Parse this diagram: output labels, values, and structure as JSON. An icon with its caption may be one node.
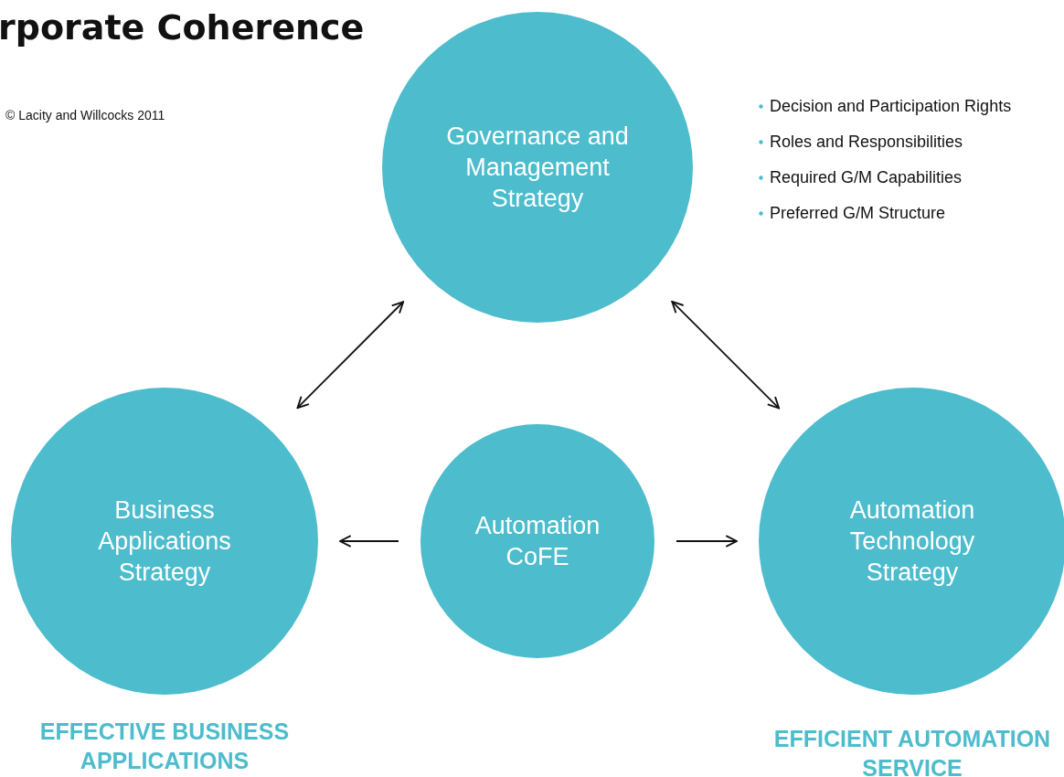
{
  "diagram": {
    "title": "rporate Coherence",
    "nodes": [
      {
        "text": [
          "Governance and Management Strategy"
        ]
      },
      {
        "text": [
          "Business Applications Strategy"
        ],
        "beside": [
          "EFFECTIVE BUSINESS APPLICATIONS"
        ]
      },
      {
        "text": [
          "Automation CoFE"
        ]
      },
      {
        "text": [
          "Automation Technology Strategy"
        ],
        "beside": [
          "EFFICIENT AUTOMATION SERVICE"
        ]
      }
    ],
    "edges": [
      {
        "from": 0,
        "to": 1,
        "arrow": "both"
      },
      {
        "from": 0,
        "to": 3,
        "arrow": "both"
      },
      {
        "from": 2,
        "to": 1,
        "arrow": "to"
      },
      {
        "from": 2,
        "to": 3,
        "arrow": "to"
      }
    ],
    "labels": [
      "© Lacity and Willcocks 2011",
      "Decision and Participation Rights",
      "Roles and Responsibilities",
      "Required G/M Capabilities",
      "Preferred G/M Structure"
    ]
  }
}
